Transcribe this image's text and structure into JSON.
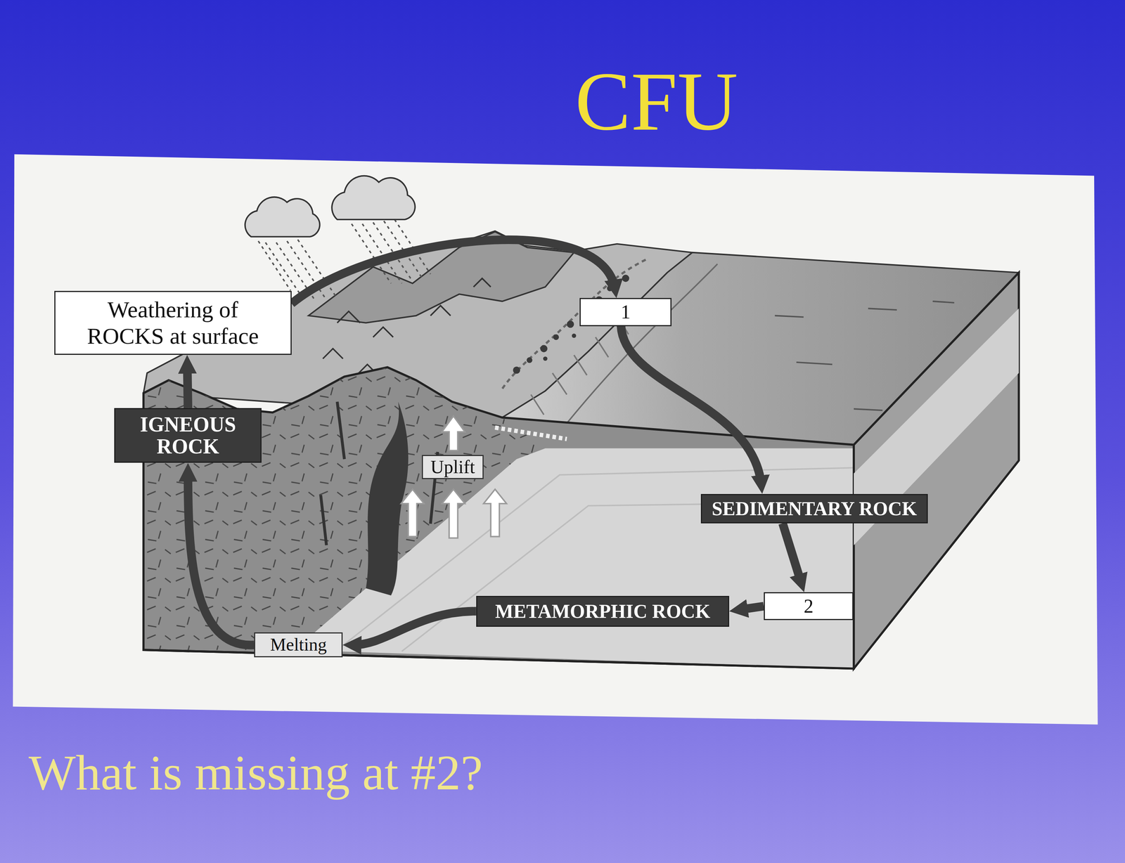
{
  "diagram": {
    "title": "CFU",
    "caption": "What is missing at #2?",
    "nodes": [
      {
        "text": [
          "Weathering of ROCKS at surface"
        ]
      },
      {
        "text": [
          "1"
        ]
      },
      {
        "text": [
          "IGNEOUS ROCK"
        ]
      },
      {
        "text": [
          "Uplift"
        ]
      },
      {
        "text": [
          "SEDIMENTARY ROCK"
        ]
      },
      {
        "text": [
          "2"
        ]
      },
      {
        "text": [
          "METAMORPHIC ROCK"
        ]
      },
      {
        "text": [
          "Melting"
        ]
      }
    ],
    "edges": [
      {
        "from": 0,
        "to": 1,
        "arrow": "to"
      },
      {
        "from": 1,
        "to": 4,
        "arrow": "to"
      },
      {
        "from": 4,
        "to": 5,
        "arrow": "to"
      },
      {
        "from": 5,
        "to": 6,
        "arrow": "to"
      },
      {
        "from": 6,
        "to": 7,
        "arrow": "to"
      },
      {
        "from": 7,
        "to": 2,
        "arrow": "to"
      },
      {
        "from": 2,
        "to": 0,
        "arrow": "to"
      }
    ]
  }
}
